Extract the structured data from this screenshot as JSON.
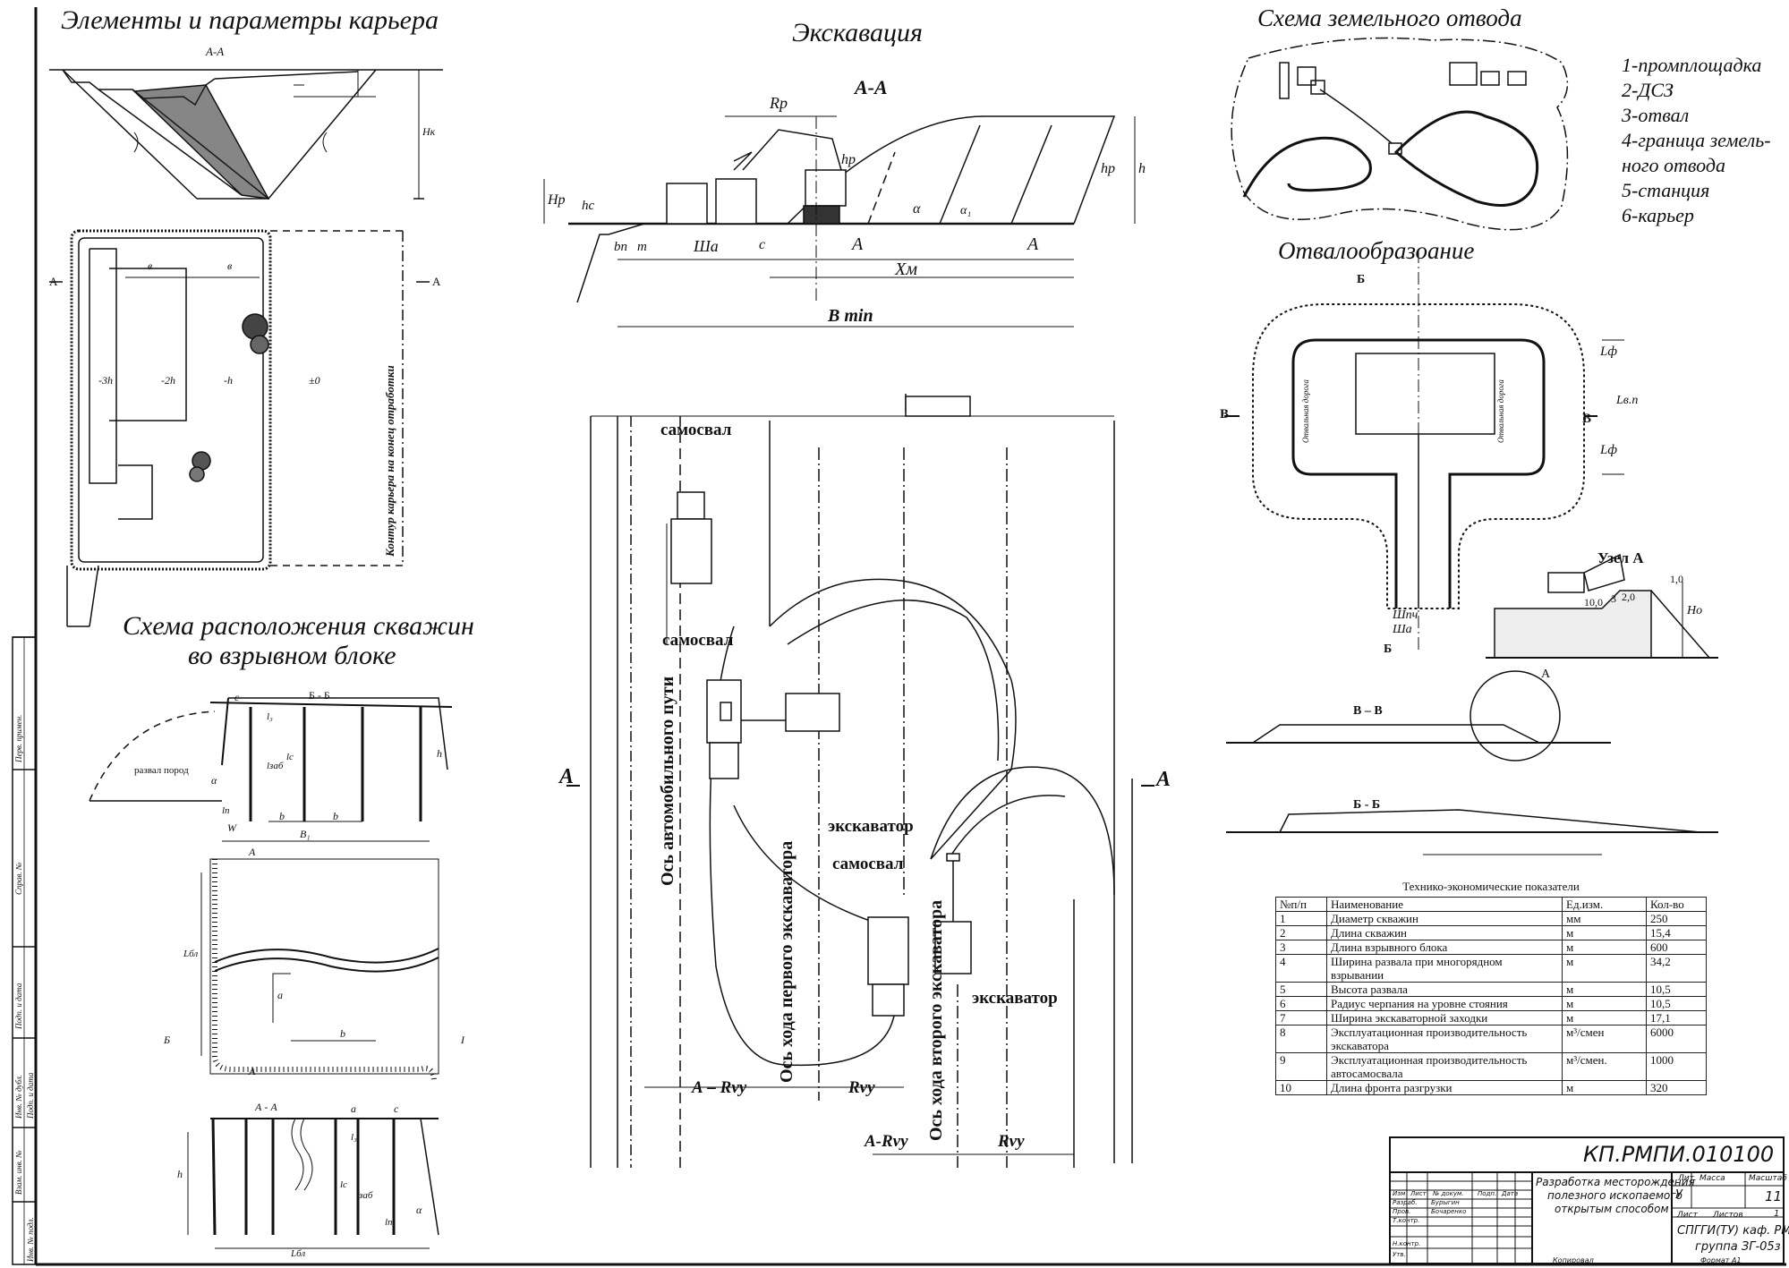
{
  "titles": {
    "quarry": "Элементы и параметры карьера",
    "excavation": "Экскавация",
    "land": "Схема земельного отвода",
    "dump": "Отвалообразоание",
    "wells_line1": "Схема расположения скважин",
    "wells_line2": "во взрывном блоке"
  },
  "land_legend": [
    "1-промплощадка",
    "2-ДСЗ",
    "3-отвал",
    "4-граница земель-",
    "ного отвода",
    "5-станция",
    "6-карьер"
  ],
  "quarry_labels": {
    "section": "А-А",
    "contour": "Контур карьера на конец отработки",
    "levels": [
      "-3h",
      "-2h",
      "-h",
      "±0"
    ],
    "b": "в",
    "hk": "Нк",
    "a_mark": "А"
  },
  "excavation_labels": {
    "section": "А-А",
    "rp": "Rр",
    "hp_left": "Нр",
    "hc": "hс",
    "hp_mid": "hр",
    "hp_right": "hр",
    "h": "h",
    "alpha": "α",
    "alpha1": "α₁",
    "bn": "bп",
    "m": "m",
    "sha": "Ша",
    "c": "с",
    "a1": "А",
    "a2": "А",
    "xm": "Хм",
    "bmin": "В min"
  },
  "plan_labels": {
    "truck1": "самосвал",
    "truck2": "самосвал",
    "truck3": "самосвал",
    "excavator1": "экскаватор",
    "excavator2": "экскаватор",
    "road_axis": "Ось автомобильного пути",
    "axis1": "Ось хода первого экскаватора",
    "axis2": "Ось хода второго экскаватора",
    "a_rvy_1": "А – Rvy",
    "rvy_1": "Rvy",
    "a_rvy_2": "А-Rvy",
    "rvy_2": "Rvy",
    "a_left": "А",
    "a_right": "А"
  },
  "dump_labels": {
    "b_top": "Б",
    "b_bottom": "Б",
    "v_left": "В",
    "v_right": "В",
    "lf1": "Lф",
    "lf2": "Lф",
    "lvp": "Lв.п",
    "shpch": "Шпч",
    "sha": "Ша",
    "node": "Узел А",
    "section_vv": "В – В",
    "section_bb": "Б - Б",
    "node_a": "А",
    "ho": "Нo",
    "d1": "1,0",
    "d2": "10,0",
    "d3": "3",
    "d4": "2,0",
    "left_road": "Отвальная дорога",
    "right_road": "Отвальная дорога"
  },
  "wells_labels": {
    "section_bb": "Б - Б",
    "razval": "развал пород",
    "c": "с",
    "l3": "l₃",
    "lc": "lс",
    "lzab": "lзаб",
    "h": "h",
    "lp": "lп",
    "w": "W",
    "b1": "b",
    "b2": "b",
    "b_total": "В₁",
    "alpha": "α",
    "a_top": "А",
    "a_bottom": "А",
    "lbl": "Lбл",
    "a": "а",
    "b_plan": "b",
    "b_mark": "Б",
    "i_mark": "I",
    "section_aa": "А - А",
    "a2": "а",
    "c2": "с",
    "h2": "h",
    "l3_2": "l₃",
    "lc_2": "lс",
    "lzab_2": "lзаб",
    "lp_2": "lп",
    "lbl_2": "Lбл",
    "alpha2": "α"
  },
  "table": {
    "caption": "Технико-экономические показатели",
    "headers": [
      "№п/п",
      "Наименование",
      "Ед.изм.",
      "Кол-во"
    ],
    "rows": [
      [
        "1",
        "Диаметр скважин",
        "мм",
        "250"
      ],
      [
        "2",
        "Длина скважин",
        "м",
        "15,4"
      ],
      [
        "3",
        "Длина взрывного блока",
        "м",
        "600"
      ],
      [
        "4",
        "Ширина развала при многорядном взрывании",
        "м",
        "34,2"
      ],
      [
        "5",
        "Высота развала",
        "м",
        "10,5"
      ],
      [
        "6",
        "Радиус черпания на уровне стояния",
        "м",
        "10,5"
      ],
      [
        "7",
        "Ширина экскаваторной заходки",
        "м",
        "17,1"
      ],
      [
        "8",
        "Эксплуатационная производительность экскаватора",
        "м³/смен",
        "6000"
      ],
      [
        "9",
        "Эксплуатационная производительность автосамосвала",
        "м³/смен.",
        "1000"
      ],
      [
        "10",
        "Длина фронта разгрузки",
        "м",
        "320"
      ]
    ]
  },
  "stamp": {
    "code": "КП.РМПИ.010100",
    "title_line1": "Разработка месторождения",
    "title_line2": "полезного ископаемого",
    "title_line3": "открытым способом",
    "col_lit": "Лит.",
    "col_mass": "Масса",
    "col_scale": "Масштаб",
    "lit_value": "У",
    "scale_value": "11",
    "sheet_label": "Лист",
    "sheets_label": "Листов",
    "sheets_value": "1",
    "org_line1": "СПГГИ(ТУ) каф. РМПИ",
    "org_line2": "группа ЗГ-05з",
    "cols": [
      "Изм",
      "Лист",
      "№ докум.",
      "Подп.",
      "Дата"
    ],
    "roles": [
      "Разраб.",
      "Пров.",
      "Т.контр.",
      "Н.контр.",
      "Утв."
    ],
    "names": [
      "Бурыгин",
      "Бочаренко"
    ],
    "copied": "Копировал",
    "format": "Формат А1"
  },
  "side_stamp": [
    "Перв. примен.",
    "Справ. №",
    "Подп. и дата",
    "Инв. № дубл.",
    "Взам. инв. №",
    "Подп. и дата",
    "Инв. № подл."
  ]
}
